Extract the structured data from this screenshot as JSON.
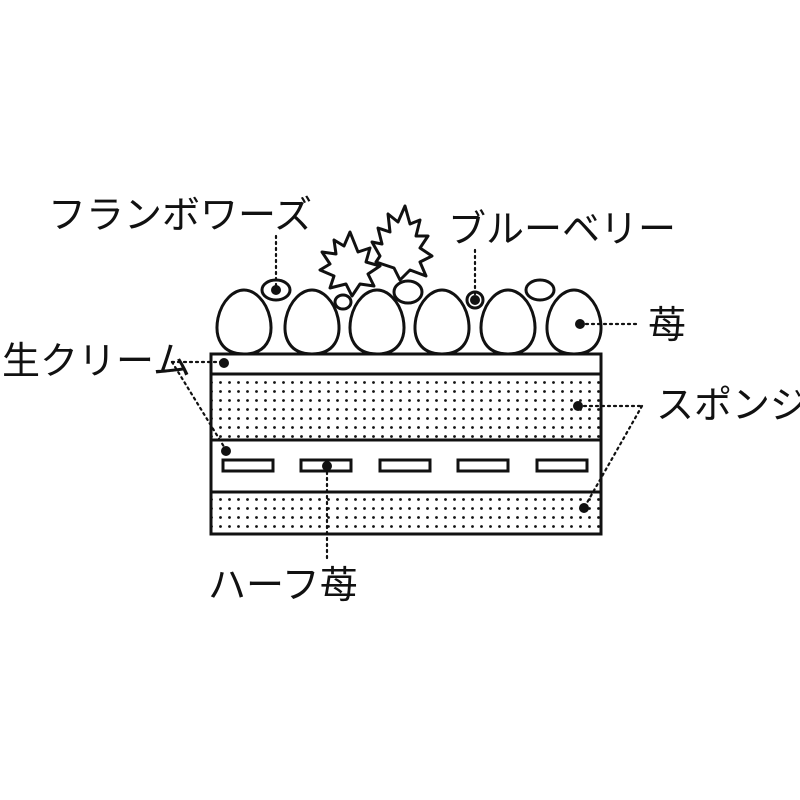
{
  "labels": {
    "framboise": "フランボワーズ",
    "blueberry": "ブルーベリー",
    "strawberry": "苺",
    "fresh_cream": "生クリーム",
    "sponge": "スポンジ",
    "half_strawberry": "ハーフ苺"
  },
  "colors": {
    "ink": "#111111",
    "background": "#ffffff",
    "sponge_dots": "#111111"
  }
}
